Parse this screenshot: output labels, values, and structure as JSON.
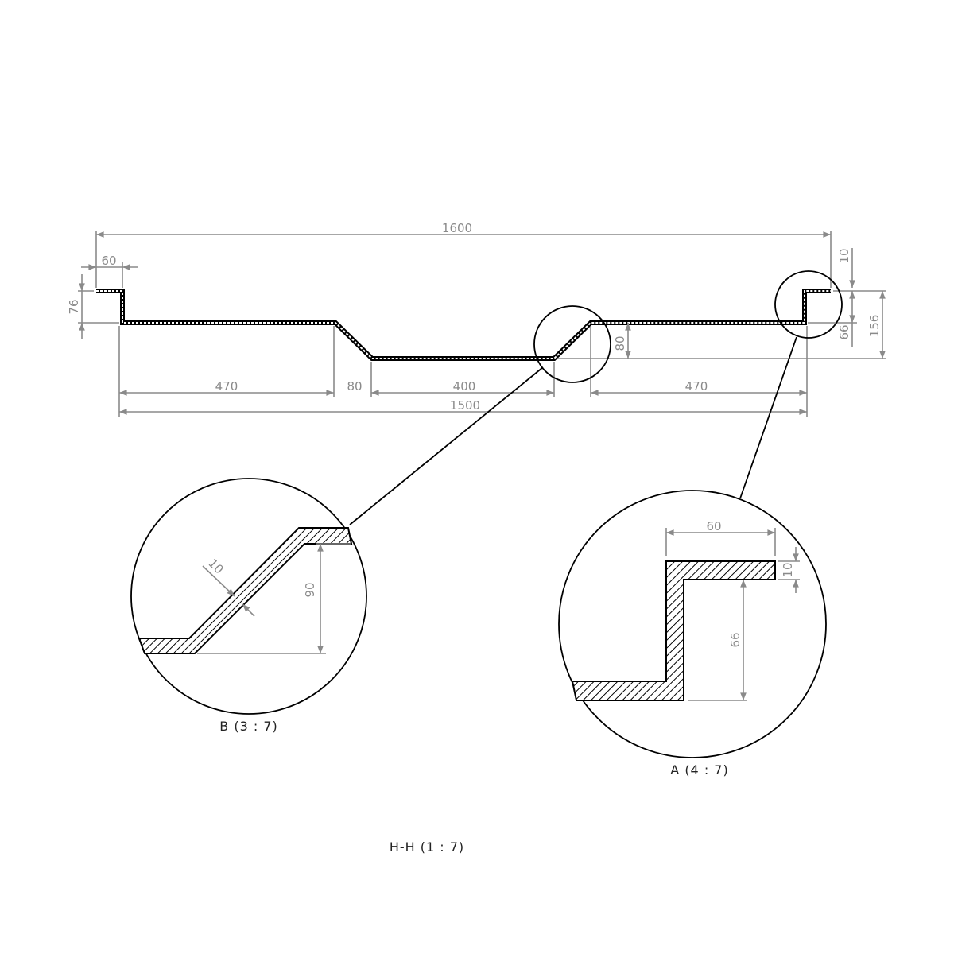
{
  "title": "H-H  (1 : 7)",
  "main_view": {
    "dims": {
      "overall_width": "1600",
      "lip_width": "60",
      "lip_height": "76",
      "left_flat": "470",
      "slope_run": "80",
      "bottom_flat": "400",
      "right_flat": "470",
      "base_width": "1500",
      "step_depth": "80",
      "thickness": "10",
      "right_lip_height": "66",
      "total_height": "156"
    }
  },
  "detail_b": {
    "label": "B  (3 : 7)",
    "thickness": "10",
    "rise": "90"
  },
  "detail_a": {
    "label": "A  (4 : 7)",
    "width": "60",
    "thickness": "10",
    "height": "66"
  },
  "colors": {
    "outline": "#000000",
    "dimension": "#8a8a8a"
  }
}
